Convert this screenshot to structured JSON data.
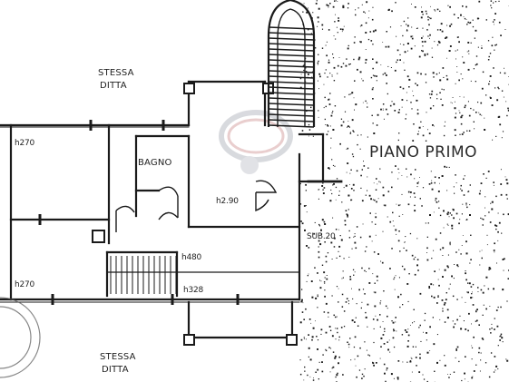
{
  "floor_label": "PIANO PRIMO",
  "rooms": {
    "bathroom": "BAGNO",
    "neighbor_top": {
      "line1": "STESSA",
      "line2": "DITTA"
    },
    "neighbor_bottom": {
      "line1": "STESSA",
      "line2": "DITTA"
    }
  },
  "heights": {
    "room_top_left": "h270",
    "room_bottom_left": "h270",
    "hall": "h2.90",
    "corridor": "h480",
    "lower_corridor": "h328"
  },
  "sub_label": "SUB.20",
  "colors": {
    "ink": "#1a1a1a",
    "watermark": "#c9ccd3",
    "paper": "#ffffff"
  }
}
